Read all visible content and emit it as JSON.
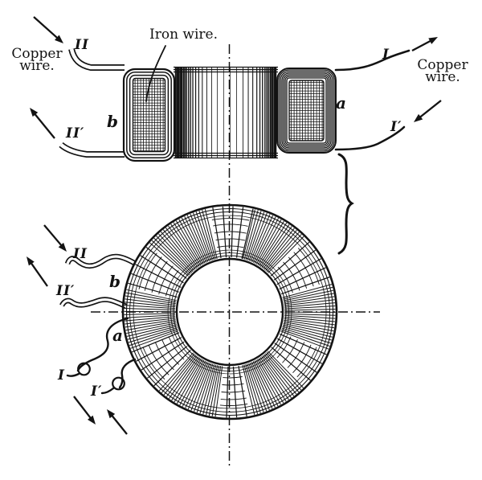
{
  "colors": {
    "ink": "#131313",
    "paper": "#ffffff"
  },
  "labels": {
    "top": {
      "copper_left": "Copper wire.",
      "iron_wire": "Iron wire.",
      "copper_right": "Copper wire.",
      "sec_in": "II",
      "sec_out": "II′",
      "pri_in": "I",
      "pri_out": "I′",
      "coil_a": "a",
      "coil_b": "b"
    },
    "ring": {
      "sec_in": "II",
      "sec_out": "II′",
      "coil_b": "b",
      "coil_a": "a",
      "pri_in": "I",
      "pri_out": "I′"
    }
  }
}
